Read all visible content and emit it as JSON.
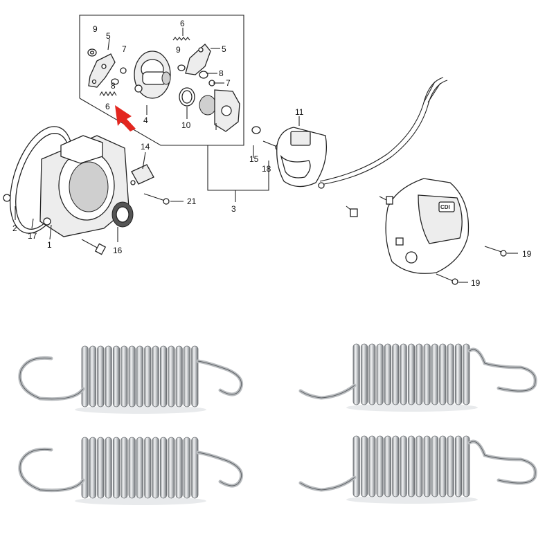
{
  "diagram": {
    "callouts": {
      "c1": "1",
      "c2": "2",
      "c3": "3",
      "c4": "4",
      "c5a": "5",
      "c5b": "5",
      "c6a": "6",
      "c6b": "6",
      "c7a": "7",
      "c7b": "7",
      "c8a": "8",
      "c8b": "8",
      "c9a": "9",
      "c9b": "9",
      "c10": "10",
      "c11": "11",
      "c14": "14",
      "c15": "15",
      "c16": "16",
      "c17": "17",
      "c18": "18",
      "c19a": "19",
      "c19b": "19",
      "c21": "21"
    },
    "cover_badge": "CDI",
    "highlight_color": "#e3261f"
  },
  "photo": {
    "spring_count": 4,
    "metal_color": "#b9bcbf"
  }
}
